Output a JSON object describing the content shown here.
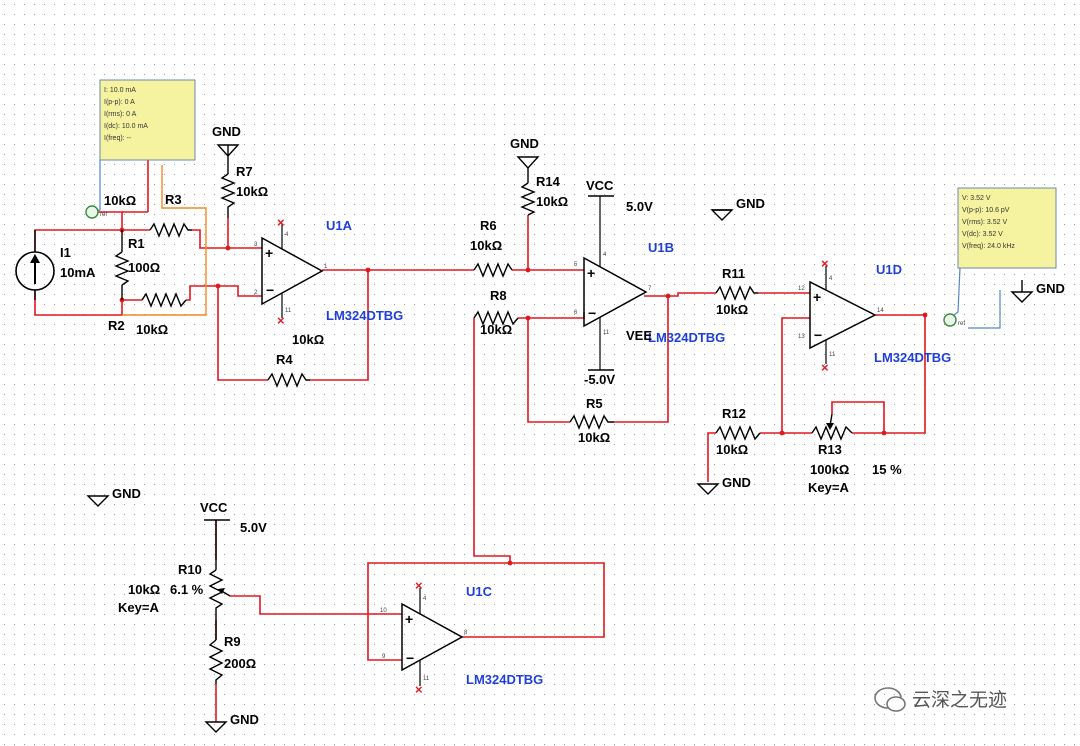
{
  "source": {
    "name": "I1",
    "value": "10mA"
  },
  "probe1": {
    "lines": [
      "I: 10.0 mA",
      "I(p-p): 0 A",
      "I(rms): 0 A",
      "I(dc): 10.0 mA",
      "I(freq): --"
    ]
  },
  "probe2": {
    "lines": [
      "V: 3.52 V",
      "V(p-p): 10.6 pV",
      "V(rms): 3.52 V",
      "V(dc): 3.52 V",
      "V(freq): 24.0 kHz"
    ]
  },
  "probe_tag": "ref",
  "resistors": {
    "r1": {
      "name": "R1",
      "value": "100Ω"
    },
    "r2": {
      "name": "R2",
      "value": "10kΩ"
    },
    "r3": {
      "name": "R3",
      "value": "10kΩ"
    },
    "r4": {
      "name": "R4",
      "value": "10kΩ"
    },
    "r5": {
      "name": "R5",
      "value": "10kΩ"
    },
    "r6": {
      "name": "R6",
      "value": "10kΩ"
    },
    "r7": {
      "name": "R7",
      "value": "10kΩ"
    },
    "r8": {
      "name": "R8",
      "value": "10kΩ"
    },
    "r9": {
      "name": "R9",
      "value": "200Ω"
    },
    "r11": {
      "name": "R11",
      "value": "10kΩ"
    },
    "r12": {
      "name": "R12",
      "value": "10kΩ"
    },
    "r14": {
      "name": "R14",
      "value": "10kΩ"
    }
  },
  "potentiometers": {
    "r10": {
      "name": "R10",
      "value": "10kΩ",
      "percent": "6.1 %",
      "key": "Key=A"
    },
    "r13": {
      "name": "R13",
      "value": "100kΩ",
      "percent": "15 %",
      "key": "Key=A"
    }
  },
  "opamps": {
    "u1a": {
      "name": "U1A",
      "part": "LM324DTBG"
    },
    "u1b": {
      "name": "U1B",
      "part": "LM324DTBG"
    },
    "u1c": {
      "name": "U1C",
      "part": "LM324DTBG"
    },
    "u1d": {
      "name": "U1D",
      "part": "LM324DTBG"
    }
  },
  "rails": {
    "vcc": "VCC",
    "vcc_value": "5.0V",
    "vee": "VEE",
    "vee_value": "-5.0V",
    "gnd": "GND"
  },
  "pins": {
    "u1a": [
      "3",
      "2",
      "1",
      "4",
      "11"
    ],
    "u1b": [
      "5",
      "6",
      "7",
      "4",
      "11"
    ],
    "u1c": [
      "10",
      "9",
      "8",
      "4",
      "11"
    ],
    "u1d": [
      "12",
      "13",
      "14",
      "4",
      "11"
    ]
  },
  "watermark": "云深之无迹",
  "colors": {
    "wire_red": "#e0191f",
    "wire_orange": "#f08a1e",
    "wire_blue": "#4f86c6",
    "label_blue": "#1f3fd6",
    "probe_fill": "#f6f3a0"
  }
}
